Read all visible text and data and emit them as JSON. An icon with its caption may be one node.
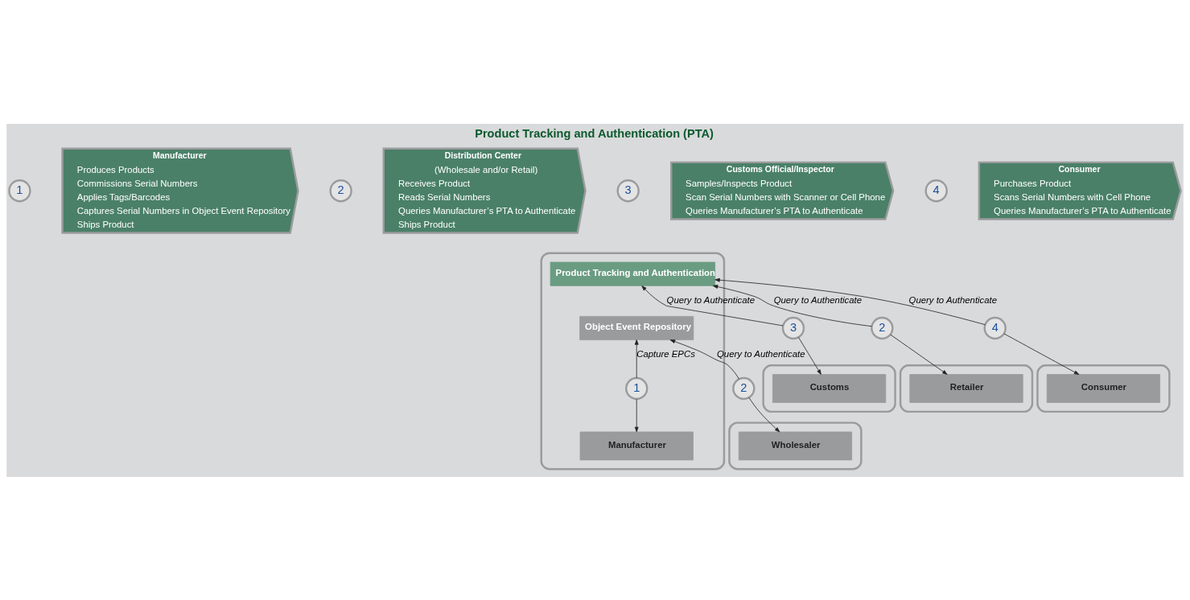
{
  "diagram": {
    "title": "Product Tracking and Authentication (PTA)",
    "nodes": [
      {
        "text": [
          "Manufacturer",
          "Produces Products",
          "Commissions Serial Numbers",
          "Applies Tags/Barcodes",
          "Captures Serial Numbers in Object Event Repository",
          "Ships Product"
        ]
      },
      {
        "text": [
          "1"
        ]
      },
      {
        "text": [
          "Distribution Center",
          "(Wholesale and/or Retail)",
          "Receives Product",
          "Reads Serial Numbers",
          "Queries Manufacturer’s PTA to Authenticate",
          "Ships Product"
        ]
      },
      {
        "text": [
          "2"
        ]
      },
      {
        "text": [
          "Customs Official/Inspector",
          "Samples/Inspects Product",
          "Scan Serial Numbers with Scanner or Cell Phone",
          "Queries Manufacturer’s PTA to Authenticate"
        ]
      },
      {
        "text": [
          "3"
        ]
      },
      {
        "text": [
          "Consumer",
          "Purchases Product",
          "Scans Serial Numbers with Cell Phone",
          "Queries Manufacturer’s PTA to Authenticate"
        ]
      },
      {
        "text": [
          "4"
        ]
      },
      {
        "text": [],
        "shape": "box"
      },
      {
        "text": [
          "Product Tracking and Authentication"
        ],
        "in": 8
      },
      {
        "text": [
          "Object Event Repository"
        ],
        "in": 8
      },
      {
        "text": [
          "1"
        ],
        "in": 8
      },
      {
        "text": [
          "Manufacturer"
        ],
        "in": 8
      },
      {
        "text": [
          "2"
        ]
      },
      {
        "text": [],
        "shape": "box"
      },
      {
        "text": [
          "Wholesaler"
        ],
        "in": 14
      },
      {
        "text": [
          "3"
        ]
      },
      {
        "text": [],
        "shape": "box"
      },
      {
        "text": [
          "Customs"
        ],
        "in": 17
      },
      {
        "text": [
          "2"
        ]
      },
      {
        "text": [],
        "shape": "box"
      },
      {
        "text": [
          "Retailer"
        ],
        "in": 20
      },
      {
        "text": [
          "4"
        ]
      },
      {
        "text": [],
        "shape": "box"
      },
      {
        "text": [
          "Consumer"
        ],
        "in": 23
      }
    ],
    "edges": [
      {
        "from": 11,
        "to": 10,
        "arrow": "to",
        "label": "Capture EPCs"
      },
      {
        "from": 11,
        "to": 12,
        "arrow": "to"
      },
      {
        "from": 13,
        "to": 10,
        "arrow": "to",
        "label": "Query to Authenticate"
      },
      {
        "from": 13,
        "to": 15,
        "arrow": "to"
      },
      {
        "from": 16,
        "to": 9,
        "arrow": "to",
        "label": "Query to Authenticate"
      },
      {
        "from": 16,
        "to": 18,
        "arrow": "to"
      },
      {
        "from": 19,
        "to": 9,
        "arrow": "to",
        "label": "Query to Authenticate"
      },
      {
        "from": 19,
        "to": 21,
        "arrow": "to"
      },
      {
        "from": 22,
        "to": 9,
        "arrow": "to",
        "label": "Query to Authenticate"
      },
      {
        "from": 22,
        "to": 24,
        "arrow": "to"
      }
    ]
  }
}
